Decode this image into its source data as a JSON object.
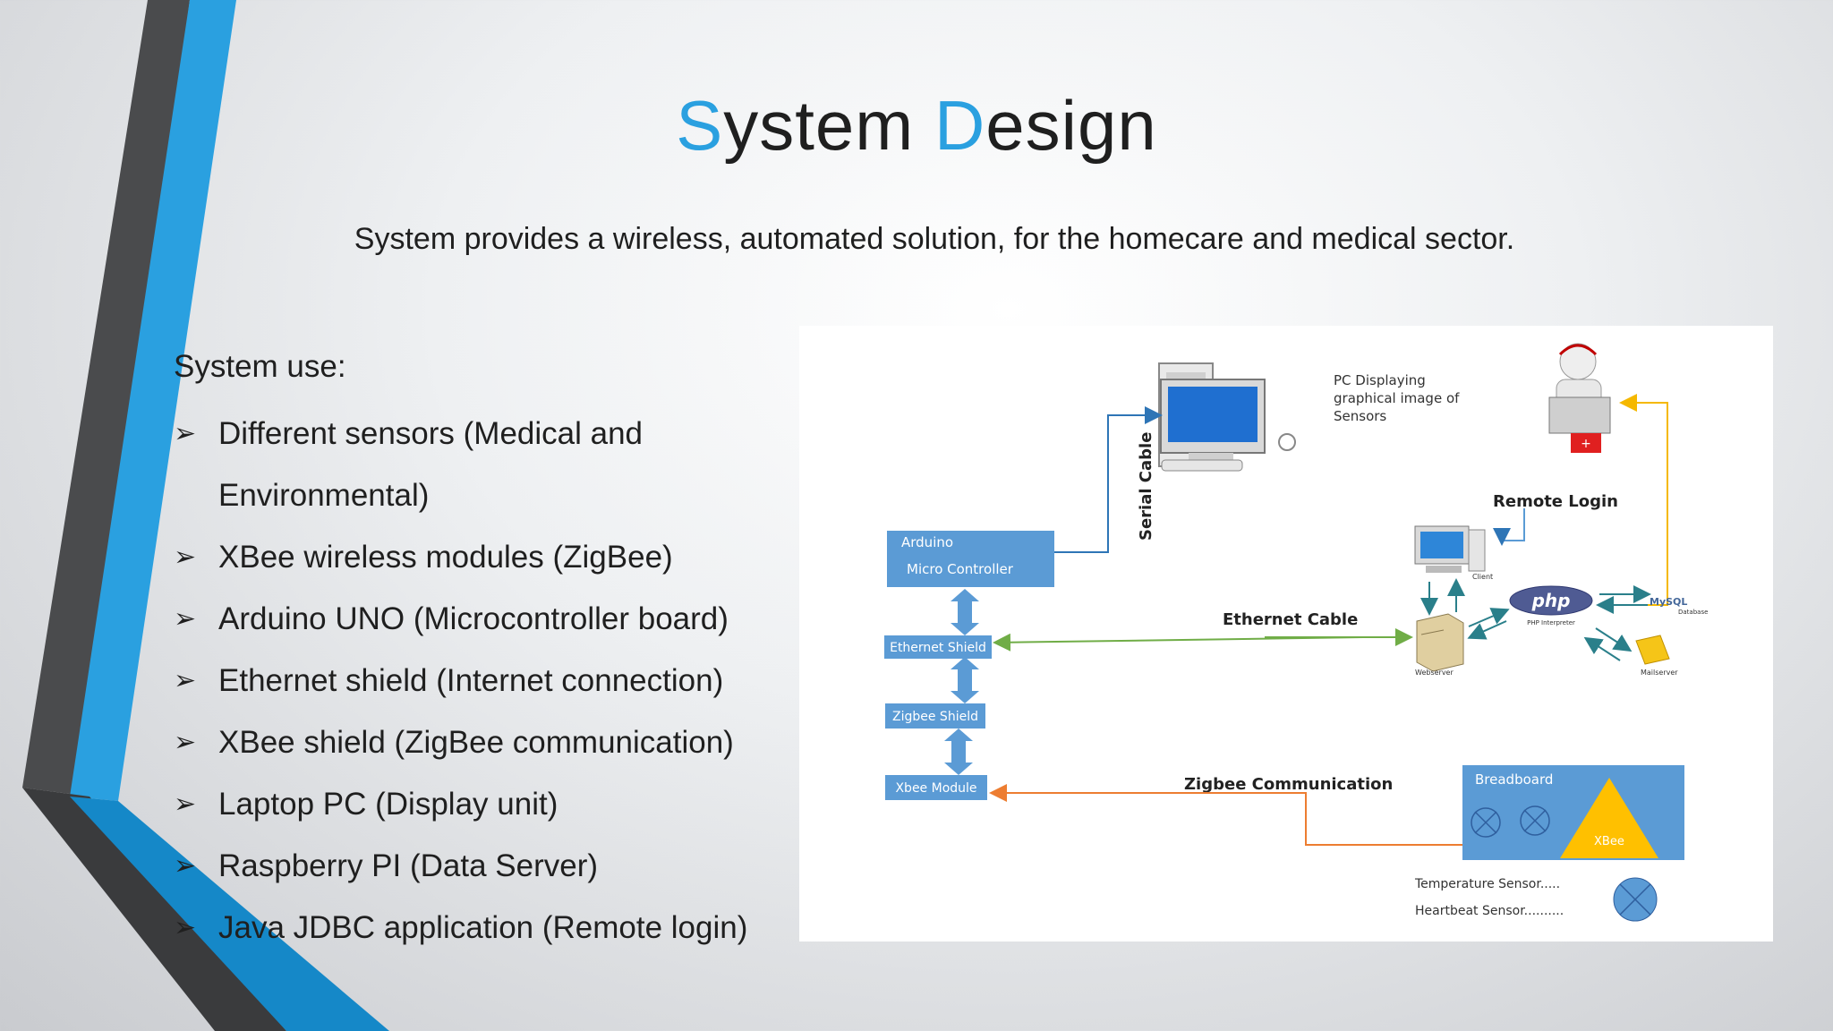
{
  "slide": {
    "title_first_letter_1": "S",
    "title_rest_1": "ystem ",
    "title_first_letter_2": "D",
    "title_rest_2": "esign",
    "subtitle": "System provides a wireless, automated solution, for the homecare and medical sector.",
    "use_heading": "System use:",
    "bullet_icon": "arrow-bullet-icon",
    "bullets": [
      "Different sensors (Medical and",
      "Environmental)",
      "XBee wireless modules (ZigBee)",
      "Arduino UNO (Microcontroller board)",
      "Ethernet shield (Internet connection)",
      "XBee shield (ZigBee communication)",
      "Laptop PC (Display unit)",
      "Raspberry PI (Data Server)",
      "Java JDBC application (Remote login)"
    ],
    "accent_color": "#2aa0e0"
  },
  "diagram": {
    "pc_label_1": "PC Displaying",
    "pc_label_2": "graphical image of",
    "pc_label_3": "Sensors",
    "serial_cable": "Serial Cable",
    "remote_login": "Remote Login",
    "arduino_1": "Arduino",
    "arduino_2": "Micro Controller",
    "ethernet_shield": "Ethernet Shield",
    "zigbee_shield": "Zigbee Shield",
    "xbee_module": "Xbee Module",
    "ethernet_cable": "Ethernet Cable",
    "zigbee_comm": "Zigbee Communication",
    "breadboard": "Breadboard",
    "xbee": "XBee",
    "temp_sensor": "Temperature Sensor.....",
    "heartbeat_sensor": "Heartbeat Sensor..........",
    "client": "Client",
    "webserver": "Webserver",
    "php": "php",
    "php_interpreter": "PHP Interpreter",
    "mysql": "MySQL",
    "database": "Database",
    "mailserver": "Mailserver",
    "box_color": "#5b9bd5",
    "ethernet_line_color": "#70ad47",
    "zigbee_line_color": "#ed7d31",
    "remote_line_color": "#f5b800"
  }
}
